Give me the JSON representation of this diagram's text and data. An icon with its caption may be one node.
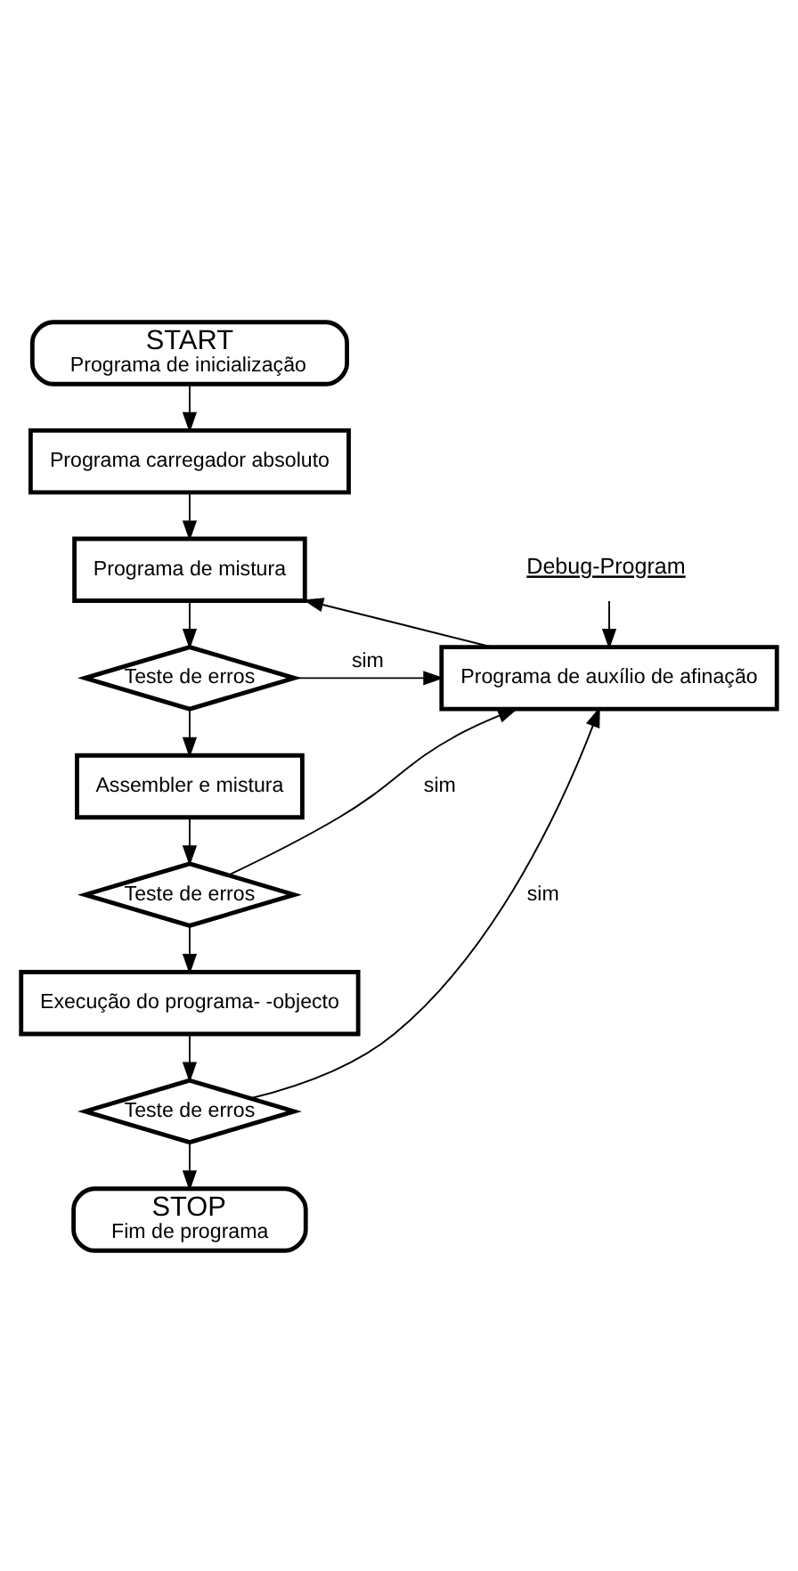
{
  "diagram": {
    "nodes": [
      {
        "text": [
          "START",
          "Programa de inicialização"
        ]
      },
      {
        "text": [
          "Programa carregador absoluto"
        ]
      },
      {
        "text": [
          "Programa de mistura"
        ]
      },
      {
        "text": [
          "Teste de erros"
        ]
      },
      {
        "text": [
          "Debug-Program"
        ]
      },
      {
        "text": [
          "Programa de auxílio de afinação"
        ]
      },
      {
        "text": [
          "Assembler e mistura"
        ]
      },
      {
        "text": [
          "Teste de erros"
        ]
      },
      {
        "text": [
          "Execução do programa- -objecto"
        ]
      },
      {
        "text": [
          "Teste de erros"
        ]
      },
      {
        "text": [
          "STOP",
          "Fim de programa"
        ]
      }
    ],
    "edges": [
      {
        "from": 0,
        "to": 1,
        "arrow": "to"
      },
      {
        "from": 1,
        "to": 2,
        "arrow": "to"
      },
      {
        "from": 2,
        "to": 3,
        "arrow": "to"
      },
      {
        "from": 3,
        "to": 5,
        "arrow": "to",
        "label": "sim"
      },
      {
        "from": 4,
        "to": 5,
        "arrow": "to"
      },
      {
        "from": 5,
        "to": 2,
        "arrow": "to"
      },
      {
        "from": 3,
        "to": 6,
        "arrow": "to"
      },
      {
        "from": 6,
        "to": 7,
        "arrow": "to"
      },
      {
        "from": 7,
        "to": 5,
        "arrow": "to",
        "label": "sim"
      },
      {
        "from": 7,
        "to": 8,
        "arrow": "to"
      },
      {
        "from": 8,
        "to": 9,
        "arrow": "to"
      },
      {
        "from": 9,
        "to": 5,
        "arrow": "to",
        "label": "sim"
      },
      {
        "from": 9,
        "to": 10,
        "arrow": "to"
      }
    ]
  }
}
